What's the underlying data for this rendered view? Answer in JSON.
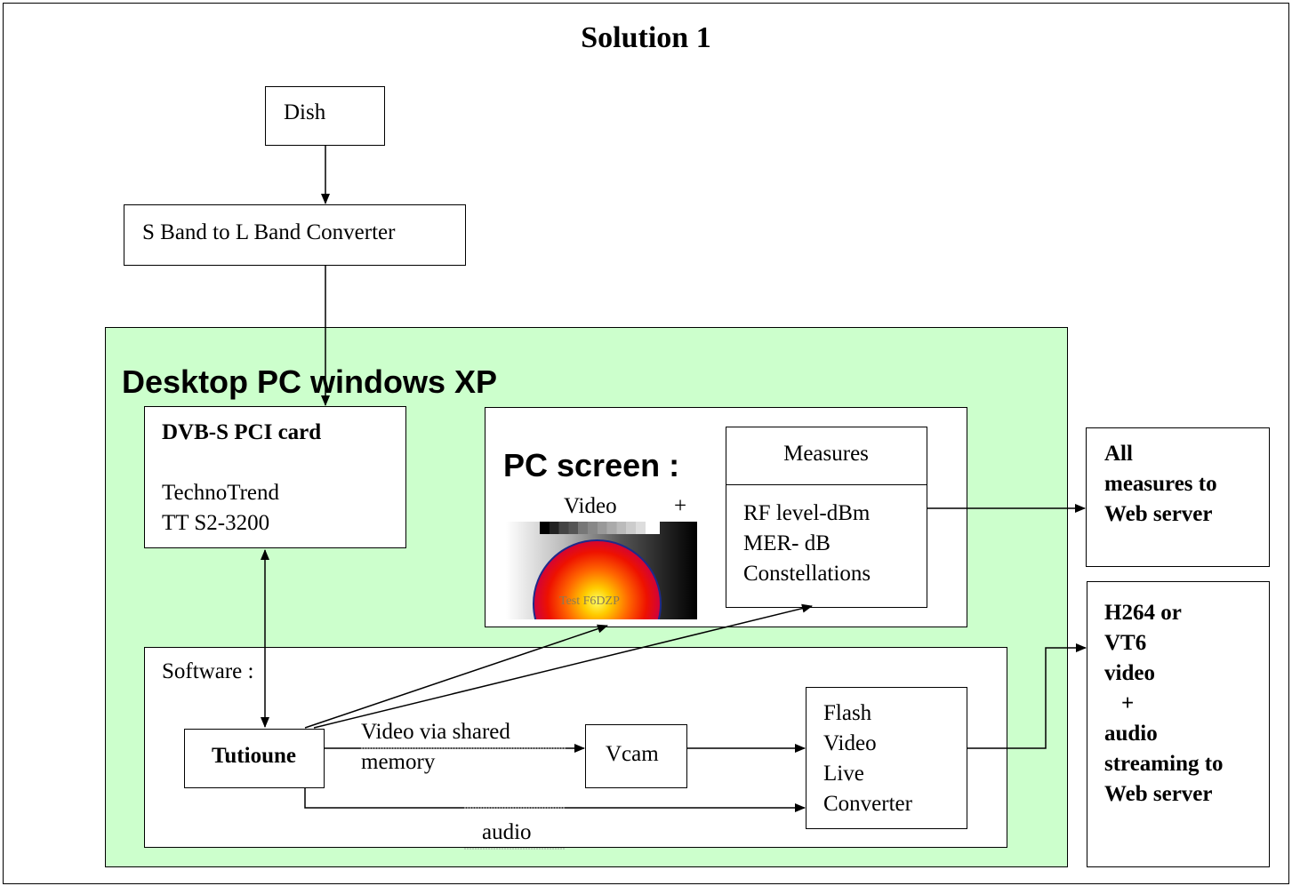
{
  "title": "Solution 1",
  "dish": "Dish",
  "converter": "S Band to L Band Converter",
  "desktop_title": "Desktop PC windows XP",
  "dvb": {
    "title": "DVB-S PCI card",
    "line1": "TechnoTrend",
    "line2": "TT S2-3200"
  },
  "pc_screen": {
    "title": "PC screen :",
    "video_label": "Video",
    "plus": "+",
    "image_caption": "Test F6DZP"
  },
  "measures": {
    "title": "Measures",
    "items": [
      "RF level-dBm",
      "MER- dB",
      "Constellations"
    ]
  },
  "software": {
    "label": "Software :",
    "tutioune": "Tutioune",
    "vcam": "Vcam",
    "flash": [
      "Flash",
      "Video",
      "Live",
      "Converter"
    ],
    "shared_memory_1": "Video via shared",
    "shared_memory_2": "memory",
    "audio": "audio"
  },
  "web_measures": [
    "All",
    "measures to",
    "Web server"
  ],
  "web_video": [
    "H264 or",
    "VT6",
    "video",
    "+",
    "audio",
    "streaming to",
    "Web server"
  ]
}
